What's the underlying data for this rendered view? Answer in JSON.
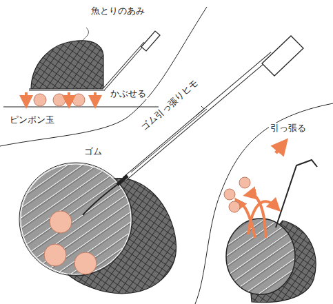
{
  "diagram": {
    "labels": [
      "魚とりのあみ",
      "かぶせる",
      "ピンポン玉",
      "ゴム",
      "ゴム引っ張りヒモ",
      "引っ張る"
    ]
  }
}
